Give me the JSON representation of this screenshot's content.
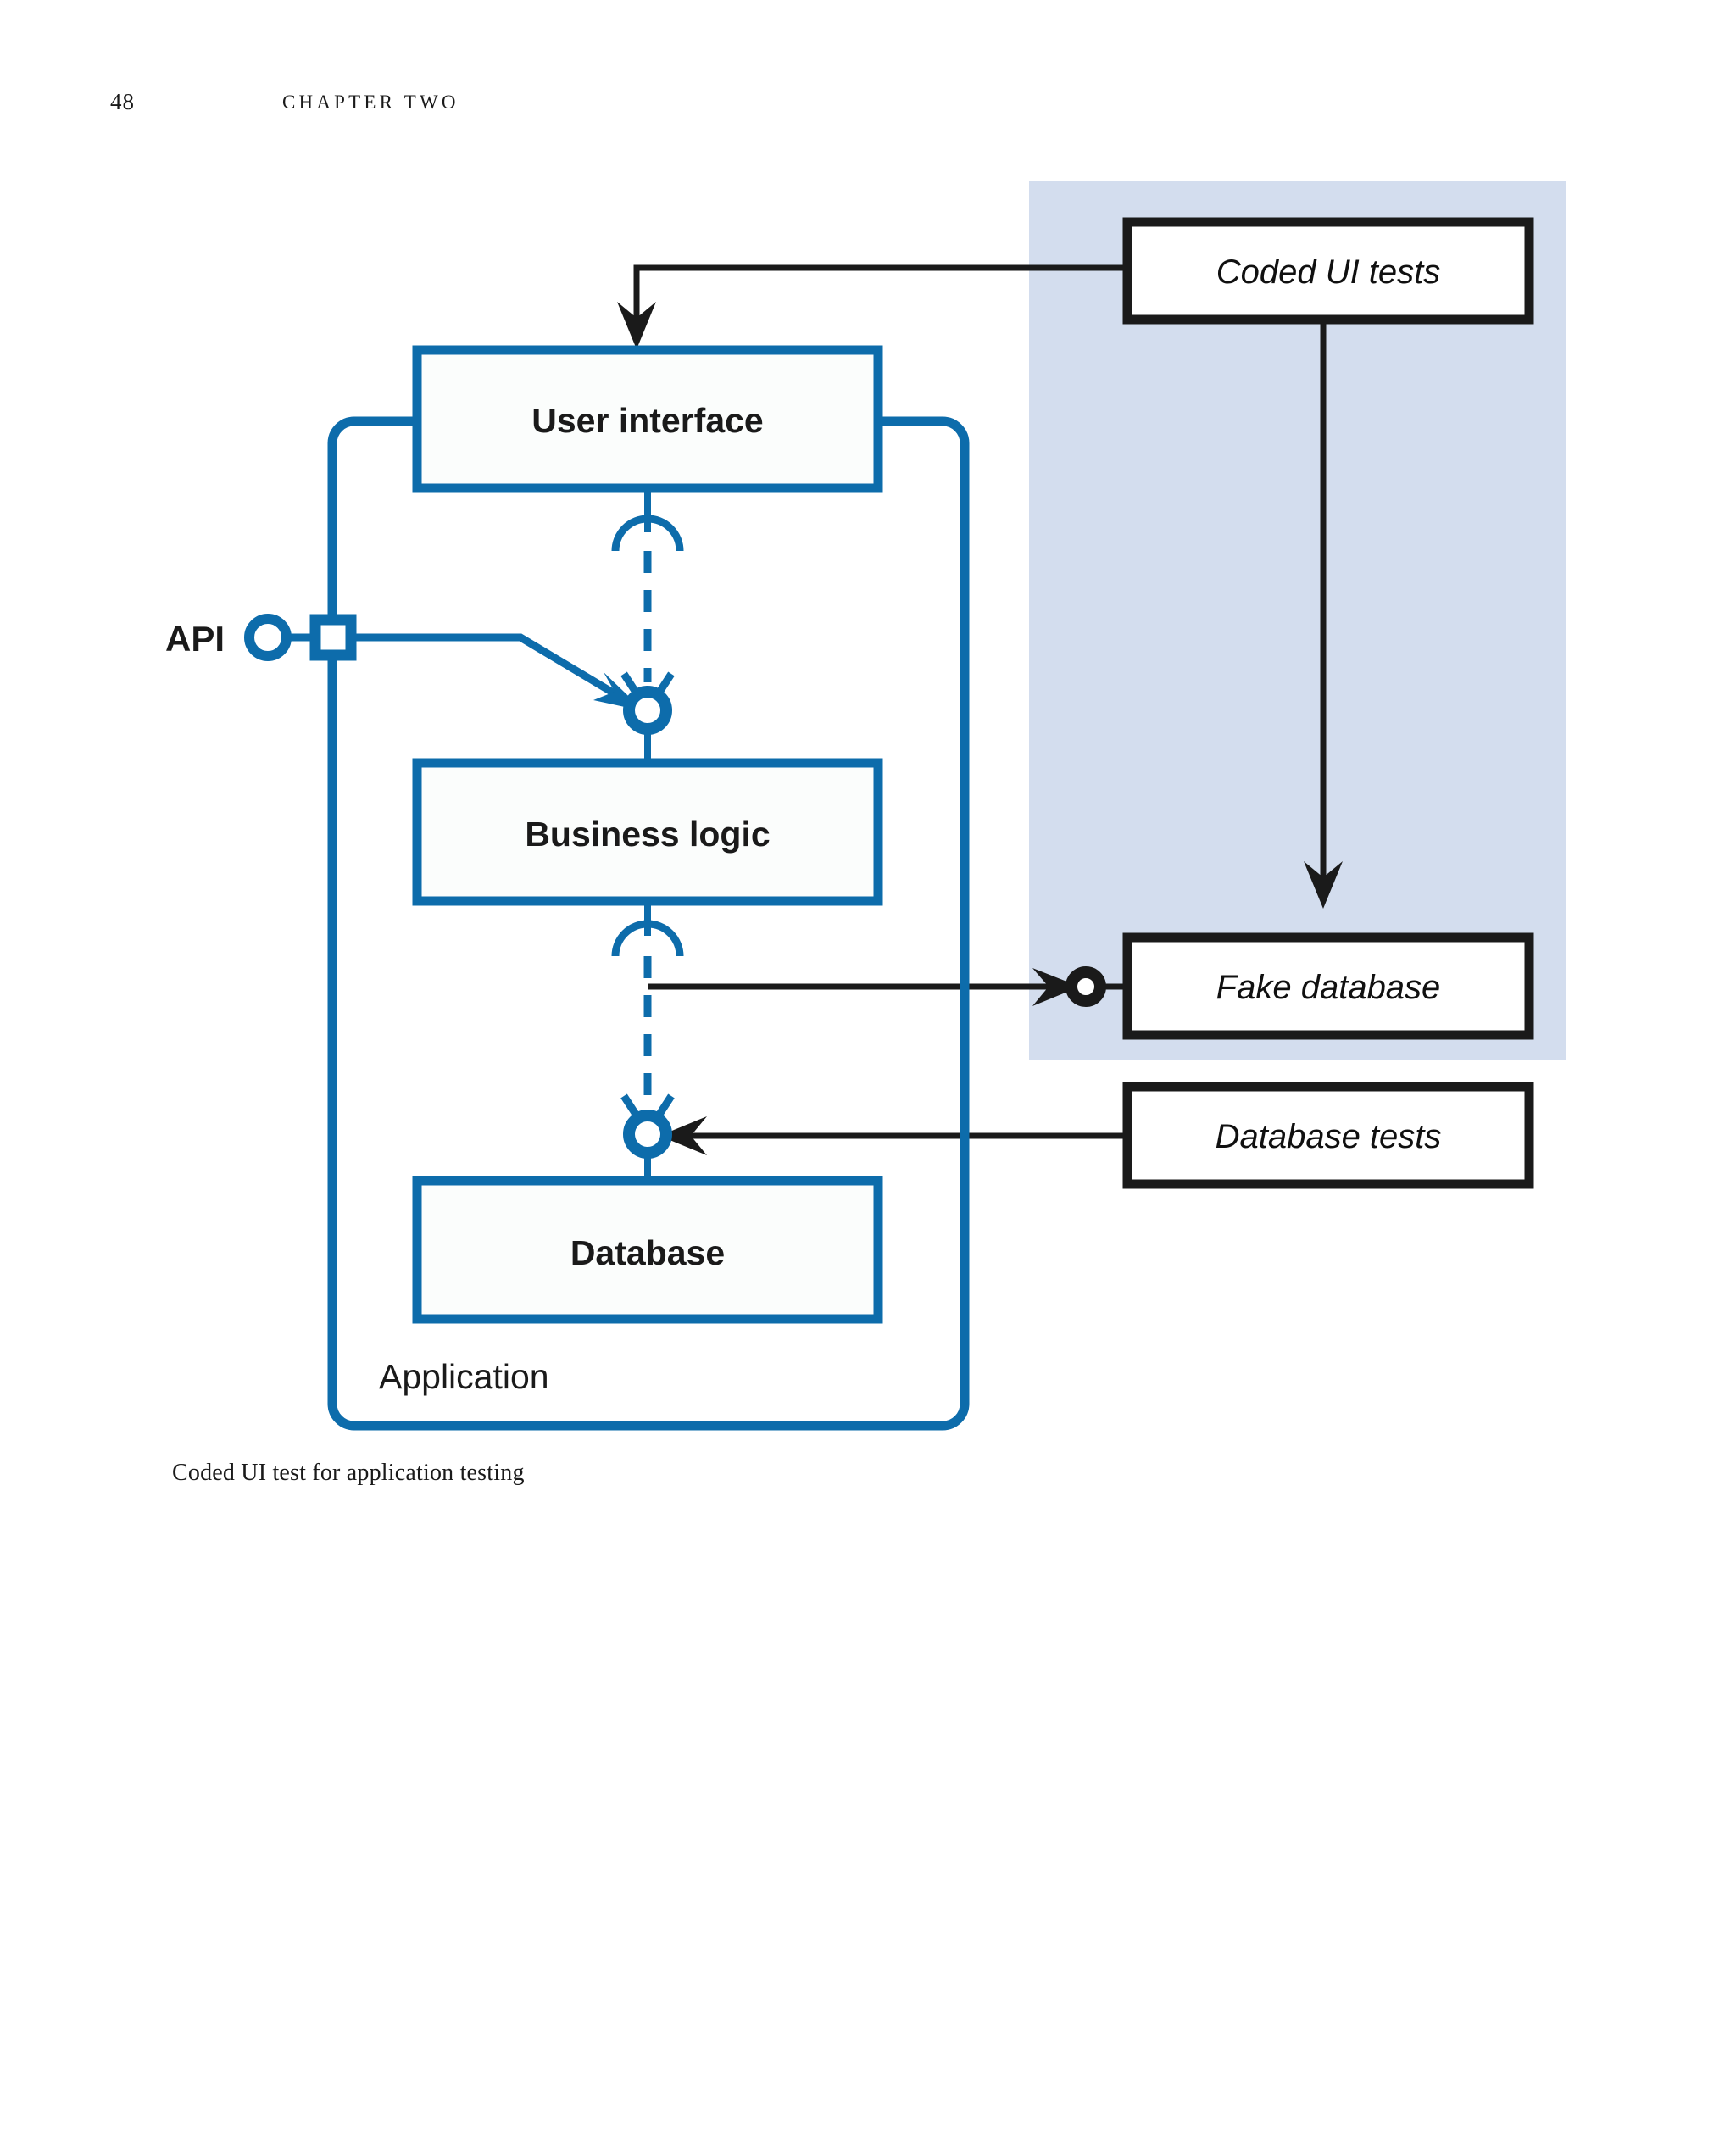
{
  "page": {
    "folio": "48",
    "running_head": "CHAPTER TWO",
    "caption": "Coded UI test for application testing"
  },
  "colors": {
    "accent_blue": "#0d6cab",
    "box_fill_blue": "#fbfdfc",
    "shaded_region": "#d3ddee",
    "black_stroke": "#1a1a1a",
    "white_fill": "#ffffff",
    "text": "#1a1a1a"
  },
  "diagram": {
    "type": "uml-component-diagram",
    "application": {
      "label": "Application",
      "components": [
        {
          "id": "user-interface",
          "label": "User interface"
        },
        {
          "id": "business-logic",
          "label": "Business logic"
        },
        {
          "id": "database",
          "label": "Database"
        }
      ],
      "provided_interface": {
        "label": "API",
        "notation": "lollipop"
      }
    },
    "test_region": {
      "shaded": true,
      "boxes": [
        {
          "id": "coded-ui-tests",
          "label": "Coded UI tests"
        },
        {
          "id": "fake-database",
          "label": "Fake database"
        }
      ]
    },
    "external_boxes": [
      {
        "id": "database-tests",
        "label": "Database tests"
      }
    ],
    "connectors": [
      {
        "from": "coded-ui-tests",
        "to": "user-interface",
        "style": "solid-arrow"
      },
      {
        "from": "coded-ui-tests",
        "to": "fake-database",
        "style": "solid-arrow"
      },
      {
        "from": "user-interface",
        "to": "business-logic",
        "style": "ball-and-socket"
      },
      {
        "from": "business-logic",
        "to": "database",
        "style": "ball-and-socket"
      },
      {
        "from": "business-logic-socket",
        "to": "fake-database",
        "style": "solid-arrow"
      },
      {
        "from": "database-tests",
        "to": "database-ball",
        "style": "solid-arrow"
      },
      {
        "from": "api",
        "to": "business-logic-ball",
        "style": "solid-arrow-blue"
      }
    ]
  }
}
